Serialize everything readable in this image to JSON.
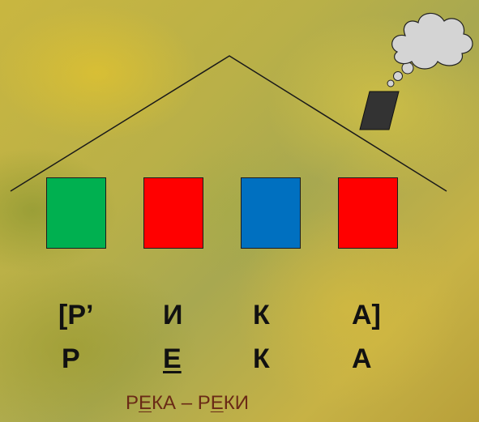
{
  "scheme": {
    "colors": {
      "consonant_soft": "#00b050",
      "vowel": "#ff0000",
      "consonant_hard": "#0070c0",
      "chimney": "#333333",
      "cloud": "#cfcfcf"
    },
    "cells": [
      {
        "type": "soft-consonant",
        "color": "#00b050"
      },
      {
        "type": "vowel",
        "color": "#ff0000"
      },
      {
        "type": "hard-consonant",
        "color": "#0070c0"
      },
      {
        "type": "vowel",
        "color": "#ff0000"
      }
    ]
  },
  "transcription": [
    "[Р’",
    "И",
    "К",
    "А]"
  ],
  "spelling": [
    "Р",
    "Е",
    "К",
    "А"
  ],
  "caption": {
    "part1": "Р",
    "part2": "Е",
    "part3": "КА – Р",
    "part4": "Е",
    "part5": "КИ"
  }
}
